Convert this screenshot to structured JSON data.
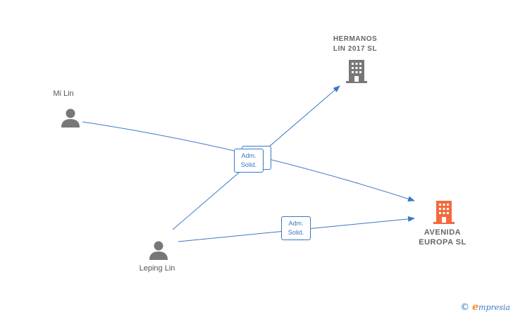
{
  "nodes": {
    "mi_lin": {
      "name": "Mi Lin",
      "type": "person"
    },
    "leping_lin": {
      "name": "Leping Lin",
      "type": "person"
    },
    "hermanos": {
      "name_line1": "HERMANOS",
      "name_line2": "LIN 2017  SL",
      "type": "company"
    },
    "avenida": {
      "name_line1": "AVENIDA",
      "name_line2": "EUROPA  SL",
      "type": "company-highlighted"
    }
  },
  "roles": {
    "upper_back": {
      "line1": "Adm.",
      "line2": "Solid."
    },
    "upper_front": {
      "line1": "Adm.",
      "line2": "Solid."
    },
    "lower": {
      "line1": "Adm.",
      "line2": "Solid."
    }
  },
  "colors": {
    "edge": "#3a78c4",
    "person_icon": "#777777",
    "company_icon": "#777777",
    "highlight_company_icon": "#f26a3d"
  },
  "footer": {
    "copyright_symbol": "©",
    "brand_first": "e",
    "brand_rest": "mpresia"
  }
}
